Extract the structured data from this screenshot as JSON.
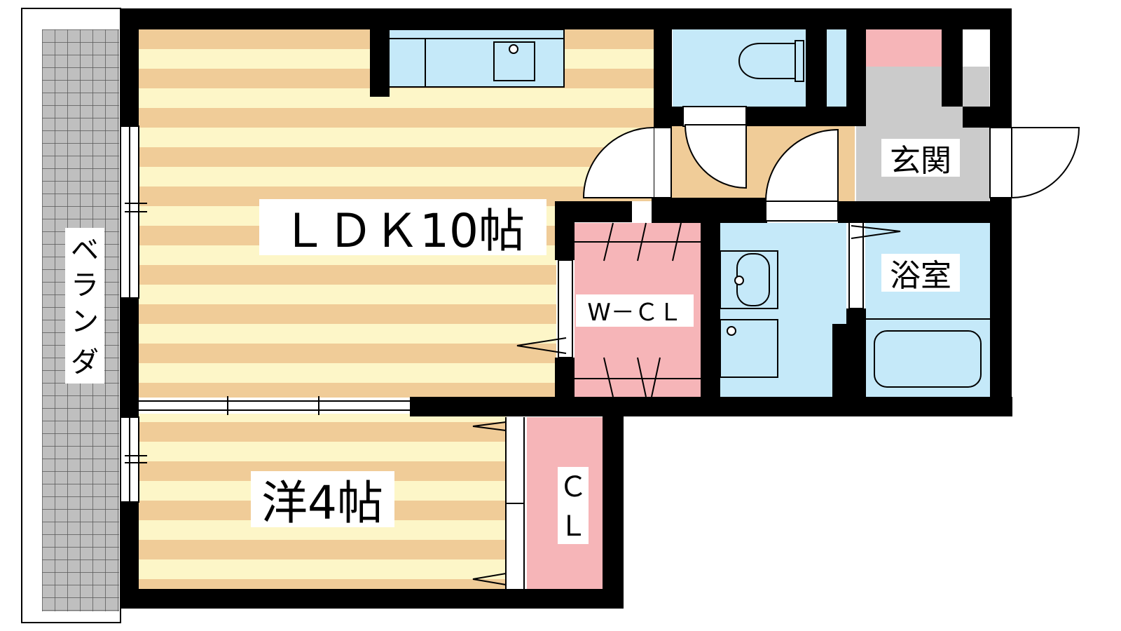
{
  "labels": {
    "ldk": "ＬＤＫ10帖",
    "western_room": "洋4帖",
    "entrance": "玄関",
    "bathroom": "浴室",
    "walk_in_closet": "W－ＣＬ",
    "closet_line1": "Ｃ",
    "closet_line2": "Ｌ",
    "veranda": [
      "ベ",
      "ラ",
      "ン",
      "ダ"
    ]
  },
  "colors": {
    "wall": "#000000",
    "floor_stripe_dark": "#f0cc98",
    "floor_stripe_light": "#fdf6c8",
    "wet_area": "#c5e9f9",
    "closet": "#f6b5b8",
    "entrance_floor": "#cbcbcb",
    "hallway_floor": "#f0cc98",
    "veranda_grid": "#bfbfbf"
  }
}
